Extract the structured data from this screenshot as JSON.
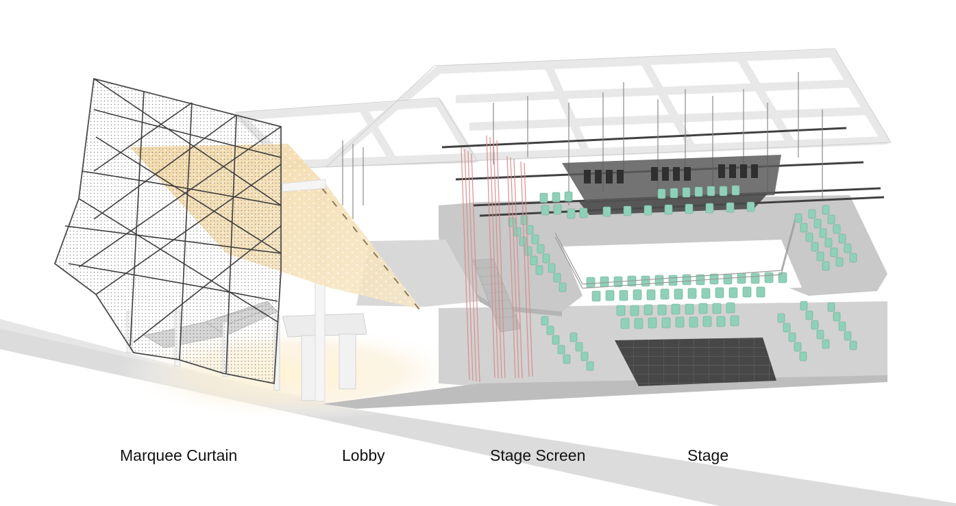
{
  "labels": {
    "marquee_curtain": "Marquee Curtain",
    "lobby": "Lobby",
    "stage_screen": "Stage Screen",
    "stage": "Stage"
  },
  "colors": {
    "background": "#ffffff",
    "road": "#d9d9d9",
    "slab": "#cfcfcf",
    "frame": "#f4f4f4",
    "mesh": "#555555",
    "curtain": "#f3dcae",
    "screen_threads": "#d98b8b",
    "seats": "#8fd1b8",
    "stage_floor": "#444444",
    "rigging": "#3a3a3a",
    "lobby_glow": "#fff6dd"
  }
}
